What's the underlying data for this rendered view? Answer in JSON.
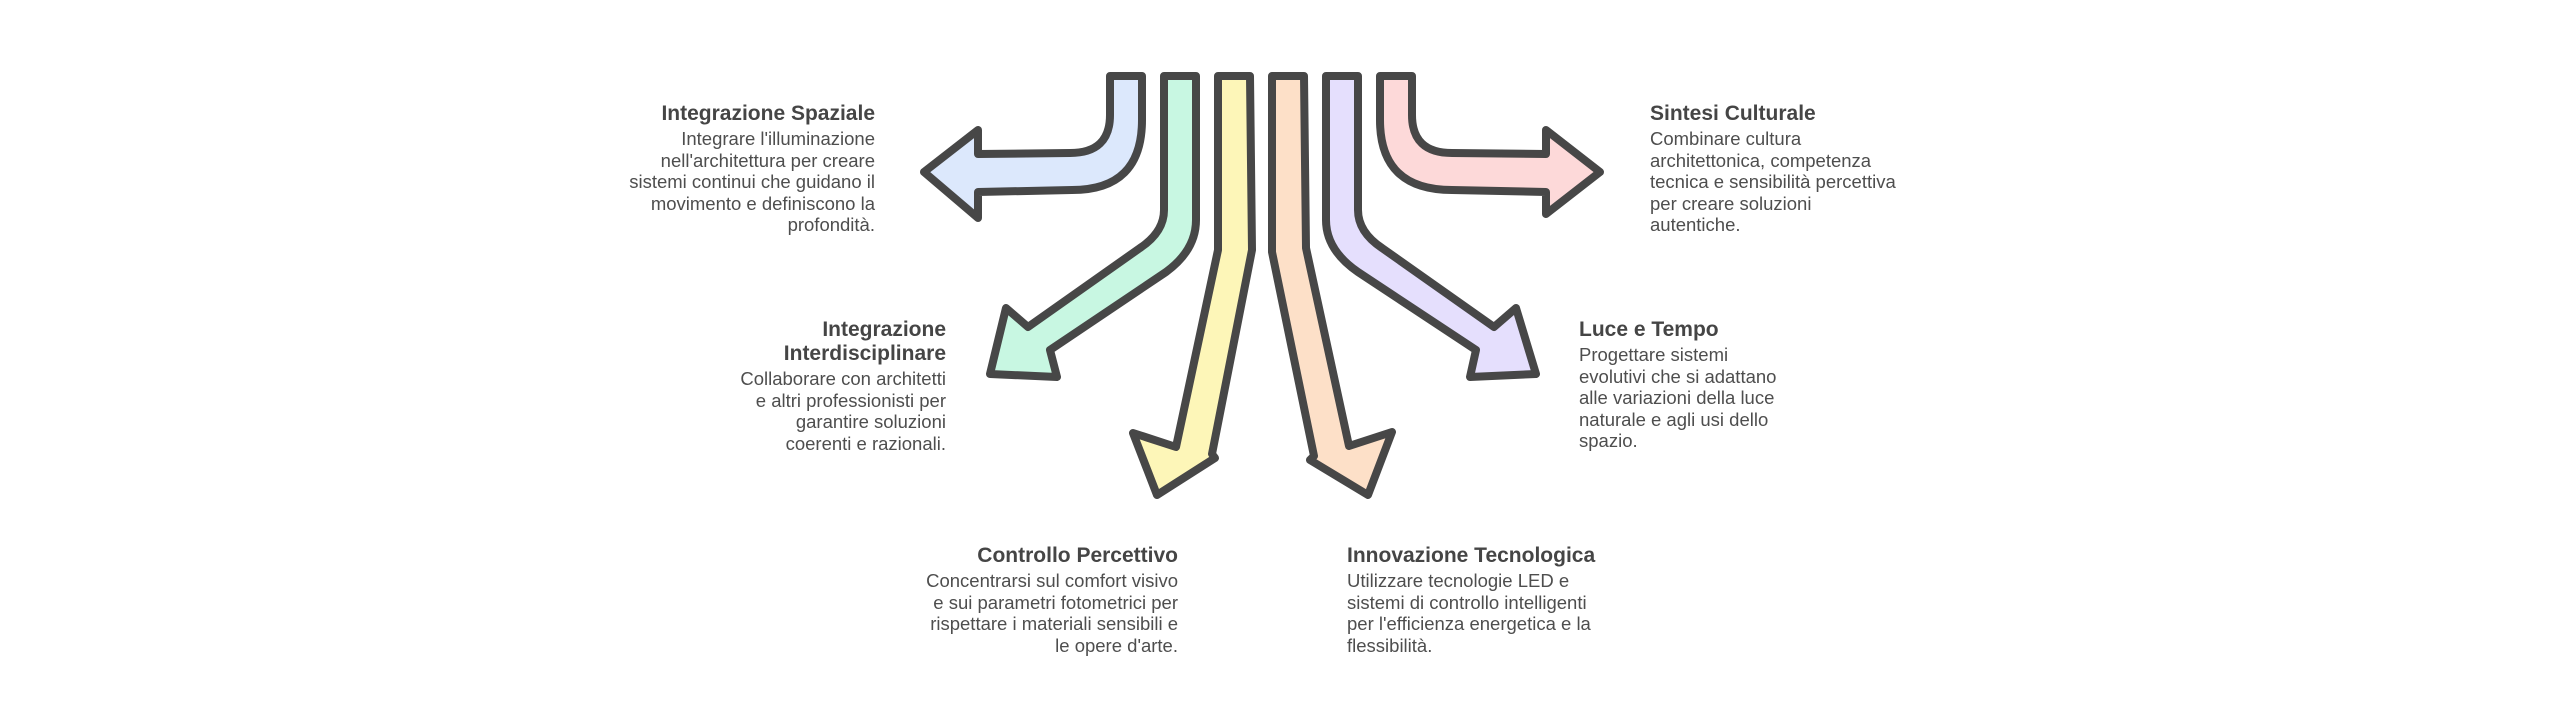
{
  "items": [
    {
      "key": "spaziale",
      "title": "Integrazione Spaziale",
      "description": "Integrare l'illuminazione nell'architettura per creare sistemi continui che guidano il movimento e definiscono la profondità.",
      "color": "#dce8fc",
      "lines": [
        "Integrare l'illuminazione",
        "nell'architettura per creare",
        "sistemi continui che guidano il",
        "movimento e definiscono la",
        "profondità."
      ]
    },
    {
      "key": "interdisciplinare",
      "title": "Integrazione Interdisciplinare",
      "title_lines": [
        "Integrazione",
        "Interdisciplinare"
      ],
      "color": "#c8f7e2",
      "lines": [
        "Collaborare con architetti",
        "e altri professionisti per",
        "garantire soluzioni",
        "coerenti e razionali."
      ]
    },
    {
      "key": "percettivo",
      "title": "Controllo Percettivo",
      "color": "#fdf6b8",
      "lines": [
        "Concentrarsi sul comfort visivo",
        "e sui parametri fotometrici per",
        "rispettare i materiali sensibili e",
        "le opere d'arte."
      ]
    },
    {
      "key": "tecnologica",
      "title": "Innovazione Tecnologica",
      "color": "#fde0c8",
      "lines": [
        "Utilizzare tecnologie LED e",
        "sistemi di controllo intelligenti",
        "per l'efficienza energetica e la",
        "flessibilità."
      ]
    },
    {
      "key": "tempo",
      "title": "Luce e Tempo",
      "color": "#e5dffd",
      "lines": [
        "Progettare sistemi",
        "evolutivi che si adattano",
        "alle variazioni della luce",
        "naturale e agli usi dello",
        "spazio."
      ]
    },
    {
      "key": "culturale",
      "title": "Sintesi Culturale",
      "color": "#fdd9d9",
      "lines": [
        "Combinare cultura",
        "architettonica, competenza",
        "tecnica e sensibilità percettiva",
        "per creare soluzioni",
        "autentiche."
      ]
    }
  ],
  "outline_color": "#474747"
}
